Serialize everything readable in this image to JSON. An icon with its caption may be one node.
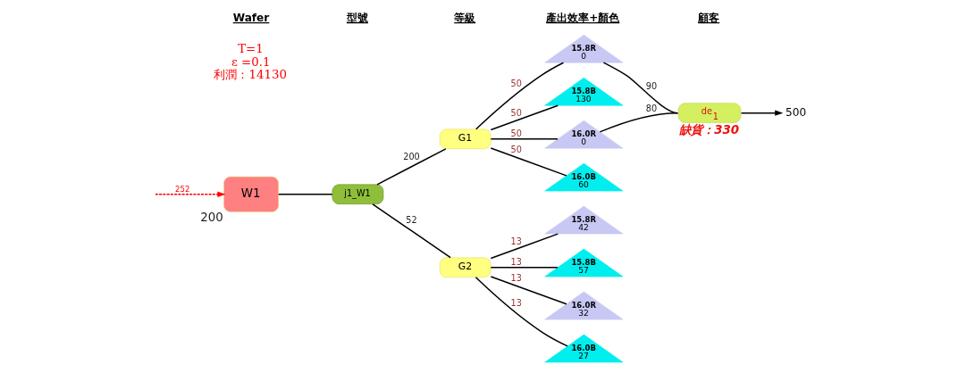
{
  "diagram": {
    "nodes": [
      {
        "text": [
          "W1"
        ],
        "beside": [
          "200"
        ]
      },
      {
        "text": [
          "j1_W1"
        ]
      },
      {
        "text": [
          "G1"
        ]
      },
      {
        "text": [
          "G2"
        ]
      },
      {
        "text": [
          "15.8R",
          "0"
        ]
      },
      {
        "text": [
          "15.8B",
          "130"
        ]
      },
      {
        "text": [
          "16.0R",
          "0"
        ]
      },
      {
        "text": [
          "16.0B",
          "60"
        ]
      },
      {
        "text": [
          "15.8R",
          "42"
        ]
      },
      {
        "text": [
          "15.8B",
          "57"
        ]
      },
      {
        "text": [
          "16.0R",
          "32"
        ]
      },
      {
        "text": [
          "16.0B",
          "27"
        ]
      },
      {
        "text": [
          "de$_{1}$"
        ],
        "beside": [
          "缺貨：330"
        ]
      },
      {
        "text": [
          "500"
        ]
      }
    ],
    "edges": [
      {
        "from": null,
        "to": 0,
        "arrow": "to",
        "label": "252",
        "style": "dashed",
        "color": "#ff0000"
      },
      {
        "from": 0,
        "to": 1,
        "arrow": "none"
      },
      {
        "from": 1,
        "to": 2,
        "arrow": "none",
        "label": "200"
      },
      {
        "from": 1,
        "to": 3,
        "arrow": "none",
        "label": "52"
      },
      {
        "from": 2,
        "to": 4,
        "arrow": "none",
        "label": "50"
      },
      {
        "from": 2,
        "to": 5,
        "arrow": "none",
        "label": "50"
      },
      {
        "from": 2,
        "to": 6,
        "arrow": "none",
        "label": "50"
      },
      {
        "from": 2,
        "to": 7,
        "arrow": "none",
        "label": "50"
      },
      {
        "from": 3,
        "to": 8,
        "arrow": "none",
        "label": "13"
      },
      {
        "from": 3,
        "to": 9,
        "arrow": "none",
        "label": "13"
      },
      {
        "from": 3,
        "to": 10,
        "arrow": "none",
        "label": "13"
      },
      {
        "from": 3,
        "to": 11,
        "arrow": "none",
        "label": "13"
      },
      {
        "from": 4,
        "to": 12,
        "arrow": "none",
        "label": "90"
      },
      {
        "from": 6,
        "to": 12,
        "arrow": "none",
        "label": "80"
      },
      {
        "from": 12,
        "to": 13,
        "arrow": "to"
      }
    ],
    "labels": [
      "Wafer",
      "型號",
      "等級",
      "產出效率+顏色",
      "顧客",
      "T=1",
      "ε =0.1",
      "利潤：14130"
    ]
  }
}
